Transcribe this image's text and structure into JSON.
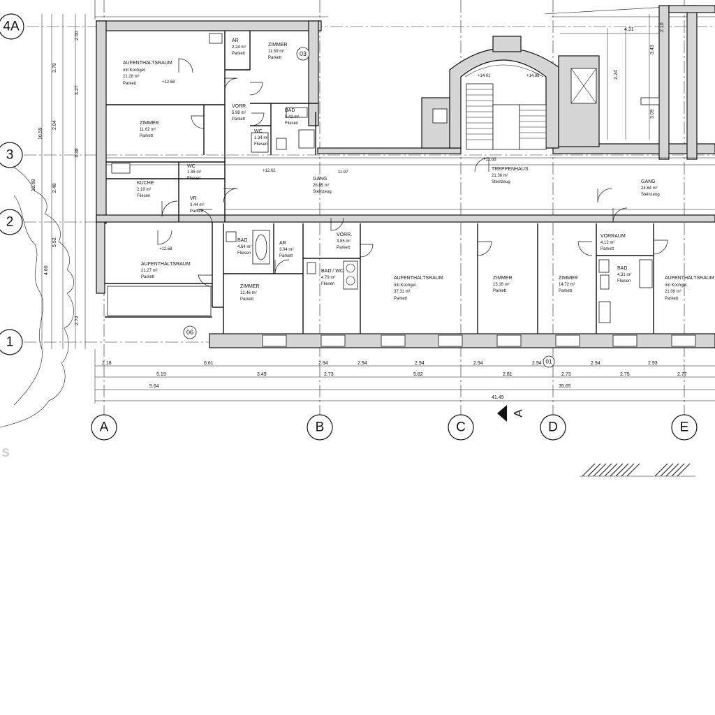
{
  "grid": {
    "rows": [
      "4A",
      "3",
      "2",
      "1"
    ],
    "cols": [
      "A",
      "B",
      "C",
      "D",
      "E"
    ]
  },
  "section_marker": "A",
  "faded_label": "s",
  "rooms": [
    {
      "name": "AUFENTHALTSRAUM",
      "sub": "mit Kochgel.",
      "area": "21.28 m²",
      "floor": "Parkett"
    },
    {
      "name": "AR",
      "area": "2.24 m²",
      "floor": "Parkett"
    },
    {
      "name": "ZIMMER",
      "area": "11.59 m²",
      "floor": "Parkett"
    },
    {
      "name": "ZIMMER",
      "area": "11.62 m²",
      "floor": "Parkett"
    },
    {
      "name": "VORR.",
      "area": "5.98 m²",
      "floor": "Parkett"
    },
    {
      "name": "BAD",
      "area": "5.42 m²",
      "floor": "Fliesen"
    },
    {
      "name": "WC",
      "area": "1.34 m²",
      "floor": "Fliesen"
    },
    {
      "name": "KÜCHE",
      "area": "2.19 m²",
      "floor": "Fliesen"
    },
    {
      "name": "WC",
      "area": "1.36 m²",
      "floor": "Fliesen"
    },
    {
      "name": "VR",
      "area": "3.44 m²",
      "floor": "Parkett"
    },
    {
      "name": "GANG",
      "area": "26.85 m²",
      "floor": "Steinzeug"
    },
    {
      "name": "TREPPENHAUS",
      "area": "21.38 m²",
      "floor": "Steinzeug"
    },
    {
      "name": "GANG",
      "area": "24.84 m²",
      "floor": "Steinzeug"
    },
    {
      "name": "AUFENTHALTSRAUM",
      "area": "21.27 m²",
      "floor": "Parkett"
    },
    {
      "name": "BAD",
      "area": "4.64 m²",
      "floor": "Fliesen"
    },
    {
      "name": "AR",
      "area": "3.04 m²",
      "floor": "Parkett"
    },
    {
      "name": "ZIMMER",
      "area": "12.46 m²",
      "floor": "Parkett"
    },
    {
      "name": "VORR.",
      "area": "3.85 m²",
      "floor": "Parkett"
    },
    {
      "name": "BAD / WC",
      "area": "4.79 m²",
      "floor": "Fliesen"
    },
    {
      "name": "AUFENTHALTSRAUM",
      "sub": "mit Kochgel.",
      "area": "37.31 m²",
      "floor": "Parkett"
    },
    {
      "name": "ZIMMER",
      "area": "15.16 m²",
      "floor": "Parkett"
    },
    {
      "name": "ZIMMER",
      "area": "14.72 m²",
      "floor": "Parkett"
    },
    {
      "name": "VORRAUM",
      "area": "4.12 m²",
      "floor": "Parkett"
    },
    {
      "name": "BAD",
      "area": "4.31 m²",
      "floor": "Fliesen"
    },
    {
      "name": "AUFENTHALTSRAUM",
      "sub": "mit Kochgel.",
      "area": "21.09 m²",
      "floor": "Parkett"
    }
  ],
  "tags": [
    "03",
    "06",
    "01"
  ],
  "levels": [
    "+12.68",
    "+12.68",
    "+12.62",
    "+14.01",
    "+14.88",
    "+12.68",
    "11.97"
  ],
  "dims": {
    "row1": [
      "2.18",
      "6.61",
      "2.94",
      "2.94",
      "2.94",
      "2.94",
      "2.94",
      "2.94",
      "2.93"
    ],
    "row2": [
      "5.19",
      "3.49",
      "2.73",
      "5.82",
      "2.81",
      "2.73",
      "2.75",
      "2.77"
    ],
    "row3": [
      "5.64",
      "35.65"
    ],
    "total": "41.49",
    "left_outer": [
      "10.59",
      "16.68"
    ],
    "left_inner": [
      "3.78",
      "2.04",
      "2.48",
      "5.52"
    ],
    "left_small": [
      "2.00",
      "3.27",
      "3.38",
      "2.72",
      "4.60"
    ],
    "top_right": [
      "4.31",
      "3.43",
      "2.24",
      "3.09",
      "2.10"
    ]
  }
}
